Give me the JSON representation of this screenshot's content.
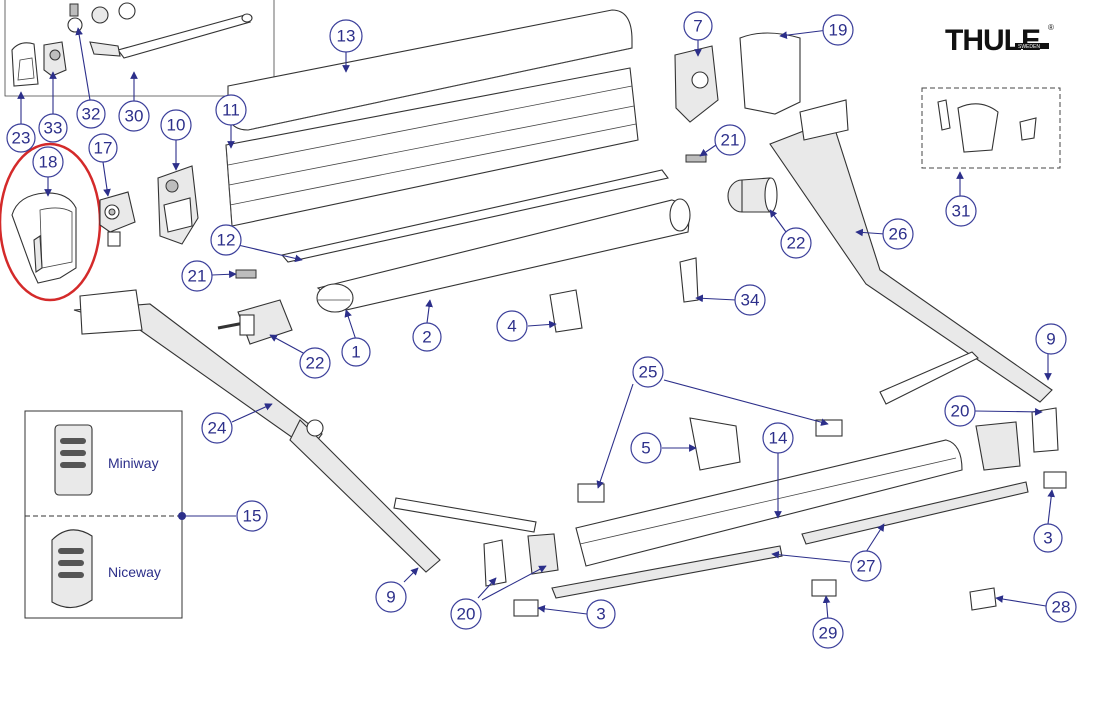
{
  "brand": {
    "name": "THULE",
    "registered": "®",
    "sub": "SWEDEN"
  },
  "highlight_color": "#d42a2a",
  "callout_color": "#2c2f8a",
  "remotes": {
    "top_label": "Miniway",
    "bottom_label": "Niceway"
  },
  "callouts": {
    "c1": "1",
    "c2": "2",
    "c3a": "3",
    "c3b": "3",
    "c4": "4",
    "c5": "5",
    "c7": "7",
    "c9a": "9",
    "c9b": "9",
    "c10": "10",
    "c11": "11",
    "c12": "12",
    "c13": "13",
    "c14": "14",
    "c15": "15",
    "c17": "17",
    "c18": "18",
    "c19": "19",
    "c20a": "20",
    "c20b": "20",
    "c21a": "21",
    "c21b": "21",
    "c22a": "22",
    "c22b": "22",
    "c23": "23",
    "c24": "24",
    "c25": "25",
    "c26": "26",
    "c27": "27",
    "c28": "28",
    "c29": "29",
    "c30": "30",
    "c31": "31",
    "c32": "32",
    "c33": "33",
    "c34": "34"
  }
}
